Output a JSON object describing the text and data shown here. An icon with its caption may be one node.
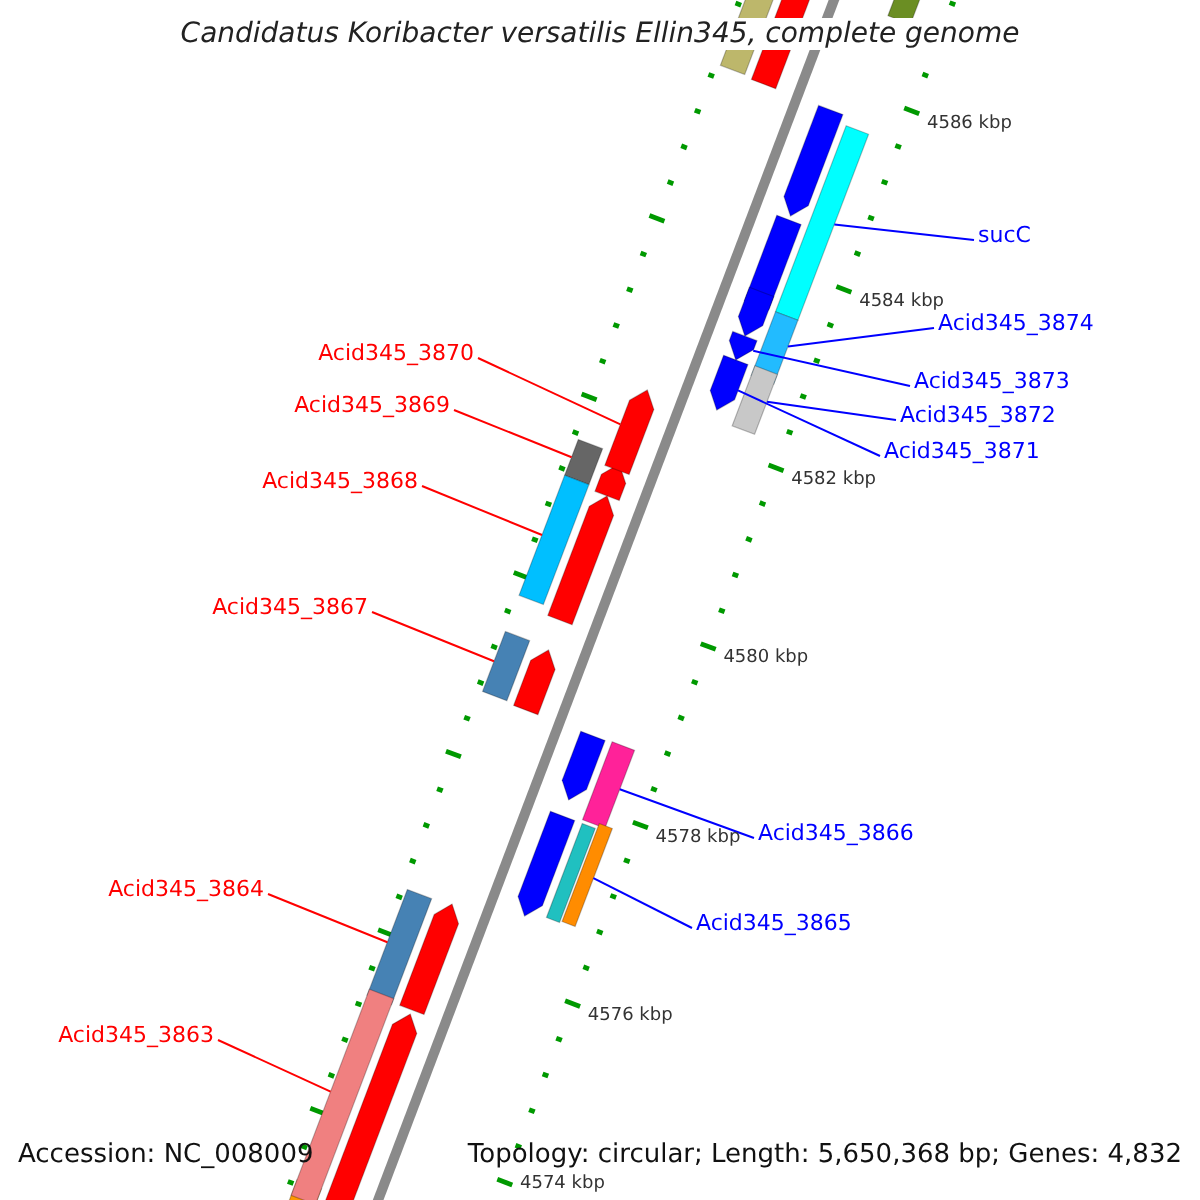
{
  "diagram": {
    "title": "Candidatus Koribacter versatilis Ellin345, complete genome",
    "nodes": [
      {
        "text": [
          "sucC"
        ]
      },
      {
        "text": [
          "Acid345_3874"
        ]
      },
      {
        "text": [
          "Acid345_3870"
        ]
      },
      {
        "text": [
          "Acid345_3873"
        ]
      },
      {
        "text": [
          "Acid345_3869"
        ]
      },
      {
        "text": [
          "Acid345_3872"
        ]
      },
      {
        "text": [
          "Acid345_3871"
        ]
      },
      {
        "text": [
          "Acid345_3868"
        ]
      },
      {
        "text": [
          "Acid345_3867"
        ]
      },
      {
        "text": [
          "Acid345_3866"
        ]
      },
      {
        "text": [
          "Acid345_3864"
        ]
      },
      {
        "text": [
          "Acid345_3865"
        ]
      },
      {
        "text": [
          "Acid345_3863"
        ]
      },
      {
        "text": [],
        "shape": "bar"
      },
      {
        "text": [],
        "shape": "bar"
      },
      {
        "text": [],
        "shape": "bar"
      },
      {
        "text": [],
        "shape": "bar"
      },
      {
        "text": [],
        "shape": "bar"
      },
      {
        "text": [],
        "shape": "bar"
      },
      {
        "text": [],
        "shape": "bar"
      },
      {
        "text": [],
        "shape": "bar"
      },
      {
        "text": [],
        "shape": "bar"
      },
      {
        "text": [],
        "shape": "bar"
      },
      {
        "text": [],
        "shape": "bar"
      },
      {
        "text": [],
        "shape": "bar"
      },
      {
        "text": [],
        "shape": "bar"
      }
    ],
    "edges": [
      {
        "from": 0,
        "to": 13,
        "arrow": "none"
      },
      {
        "from": 1,
        "to": 14,
        "arrow": "none"
      },
      {
        "from": 2,
        "to": 15,
        "arrow": "none",
        "color": "#ff0000"
      },
      {
        "from": 3,
        "to": 16,
        "arrow": "none"
      },
      {
        "from": 4,
        "to": 17,
        "arrow": "none",
        "color": "#ff0000"
      },
      {
        "from": 5,
        "to": 18,
        "arrow": "none"
      },
      {
        "from": 6,
        "to": 19,
        "arrow": "none"
      },
      {
        "from": 7,
        "to": 20,
        "arrow": "none",
        "color": "#ff0000"
      },
      {
        "from": 8,
        "to": 21,
        "arrow": "none",
        "color": "#ff0000"
      },
      {
        "from": 9,
        "to": 22,
        "arrow": "none"
      },
      {
        "from": 10,
        "to": 23,
        "arrow": "none",
        "color": "#ff0000"
      },
      {
        "from": 11,
        "to": 24,
        "arrow": "none"
      },
      {
        "from": 12,
        "to": 25,
        "arrow": "none",
        "color": "#ff0000"
      }
    ],
    "labels": [
      "4586 kbp",
      "4584 kbp",
      "4582 kbp",
      "4580 kbp",
      "4578 kbp",
      "4576 kbp",
      "4574 kbp",
      "Accession: NC_008009",
      "Topology: circular; Length: 5,650,368 bp; Genes: 4,832"
    ]
  }
}
